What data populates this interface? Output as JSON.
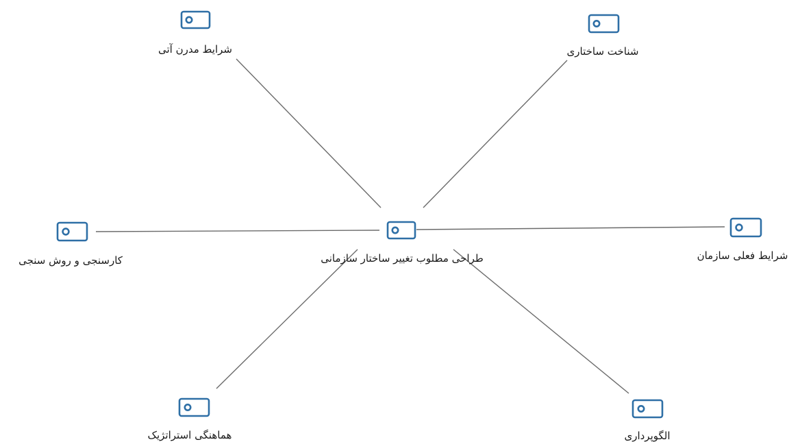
{
  "colors": {
    "icon": "#2e6fa6",
    "connector": "#6b6b6b",
    "text": "#1a1a1a",
    "background": "#ffffff"
  },
  "center": {
    "label": "طراحی مطلوب تغییر ساختار سازمانی",
    "icon": "topic-icon"
  },
  "nodes": [
    {
      "id": "future",
      "label": "شرایط مدرن  آتی",
      "icon": "topic-icon"
    },
    {
      "id": "structure",
      "label": "شناخت ساختاری",
      "icon": "topic-icon"
    },
    {
      "id": "benchmark",
      "label": "کارسنجی و روش سنجی",
      "icon": "topic-icon"
    },
    {
      "id": "current",
      "label": "شرایط فعلی سازمان",
      "icon": "topic-icon"
    },
    {
      "id": "alignment",
      "label": "هماهنگی استراتژیک",
      "icon": "topic-icon"
    },
    {
      "id": "patterning",
      "label": "الگوپرداری",
      "icon": "topic-icon"
    }
  ]
}
